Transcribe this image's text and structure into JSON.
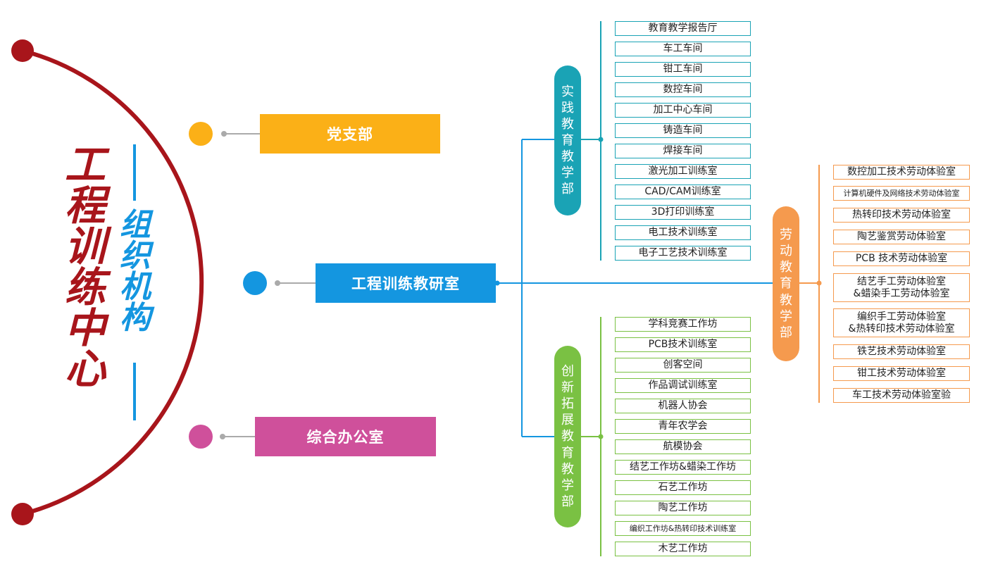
{
  "title": {
    "main": "工程训练中心",
    "sub": "组织机构"
  },
  "departments": [
    {
      "name": "党支部",
      "color": "#fbb017",
      "dot": "#fbb017"
    },
    {
      "name": "工程训练教研室",
      "color": "#1496e0",
      "dot": "#1496e0"
    },
    {
      "name": "综合办公室",
      "color": "#cf509b",
      "dot": "#cf509b"
    }
  ],
  "colors": {
    "arc": "#a8151b",
    "title": "#a8151b",
    "subtitle": "#1496e0",
    "teal": "#1aa3b5",
    "green": "#7ac143",
    "orange": "#f59a4e"
  },
  "branches": {
    "practice": {
      "label": "实践教育教学部",
      "rooms": [
        "教育教学报告厅",
        "车工车间",
        "钳工车间",
        "数控车间",
        "加工中心车间",
        "铸造车间",
        "焊接车间",
        "激光加工训练室",
        "CAD/CAM训练室",
        "3D打印训练室",
        "电工技术训练室",
        "电子工艺技术训练室"
      ]
    },
    "innovation": {
      "label": "创新拓展教育教学部",
      "rooms": [
        "学科竞赛工作坊",
        "PCB技术训练室",
        "创客空间",
        "作品调试训练室",
        "机器人协会",
        "青年农学会",
        "航模协会",
        "结艺工作坊&蜡染工作坊",
        "石艺工作坊",
        "陶艺工作坊",
        "编织工作坊&热转印技术训练室",
        "木艺工作坊"
      ]
    },
    "labor": {
      "label": "劳动教育教学部",
      "rooms": [
        "数控加工技术劳动体验室",
        "计算机硬件及网络技术劳动体验室",
        "热转印技术劳动体验室",
        "陶艺鉴赏劳动体验室",
        "PCB 技术劳动体验室",
        "结艺手工劳动体验室\n&蜡染手工劳动体验室",
        "编织手工劳动体验室\n&热转印技术劳动体验室",
        "铁艺技术劳动体验室",
        "钳工技术劳动体验室",
        "车工技术劳动体验室验"
      ]
    }
  }
}
